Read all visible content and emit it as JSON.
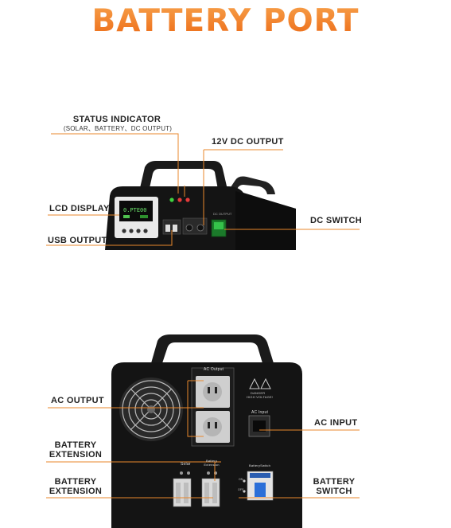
{
  "title": "BATTERY PORT",
  "front_view": {
    "labels": {
      "status_indicator": "STATUS INDICATOR",
      "status_indicator_sub": "(SOLAR、BATTERY、DC OUTPUT)",
      "dc_output_12v": "12V DC OUTPUT",
      "lcd_display": "LCD DISPLAY",
      "dc_switch": "DC SWITCH",
      "usb_output": "USB OUTPUT"
    }
  },
  "rear_view": {
    "labels": {
      "ac_output": "AC OUTPUT",
      "ac_input": "AC INPUT",
      "battery_extension_1": [
        "BATTERY",
        "EXTENSION"
      ],
      "battery_extension_2": [
        "BATTERY",
        "EXTENSION"
      ],
      "battery_switch": [
        "BATTERY",
        "SWITCH"
      ]
    },
    "panel_text": {
      "ac_output": "AC Output",
      "ac_input": "AC Input",
      "danger": "DANGER",
      "high_voltage": "HIGH VOLTAGE!",
      "solar": "Solar",
      "battery_extension": "Battery Extension",
      "battery_switch": "BatterySwitch",
      "on": "ON",
      "off": "OFF"
    }
  },
  "colors": {
    "accent": "#f07a1e",
    "leader": "#e9872b",
    "device": "#141414"
  }
}
